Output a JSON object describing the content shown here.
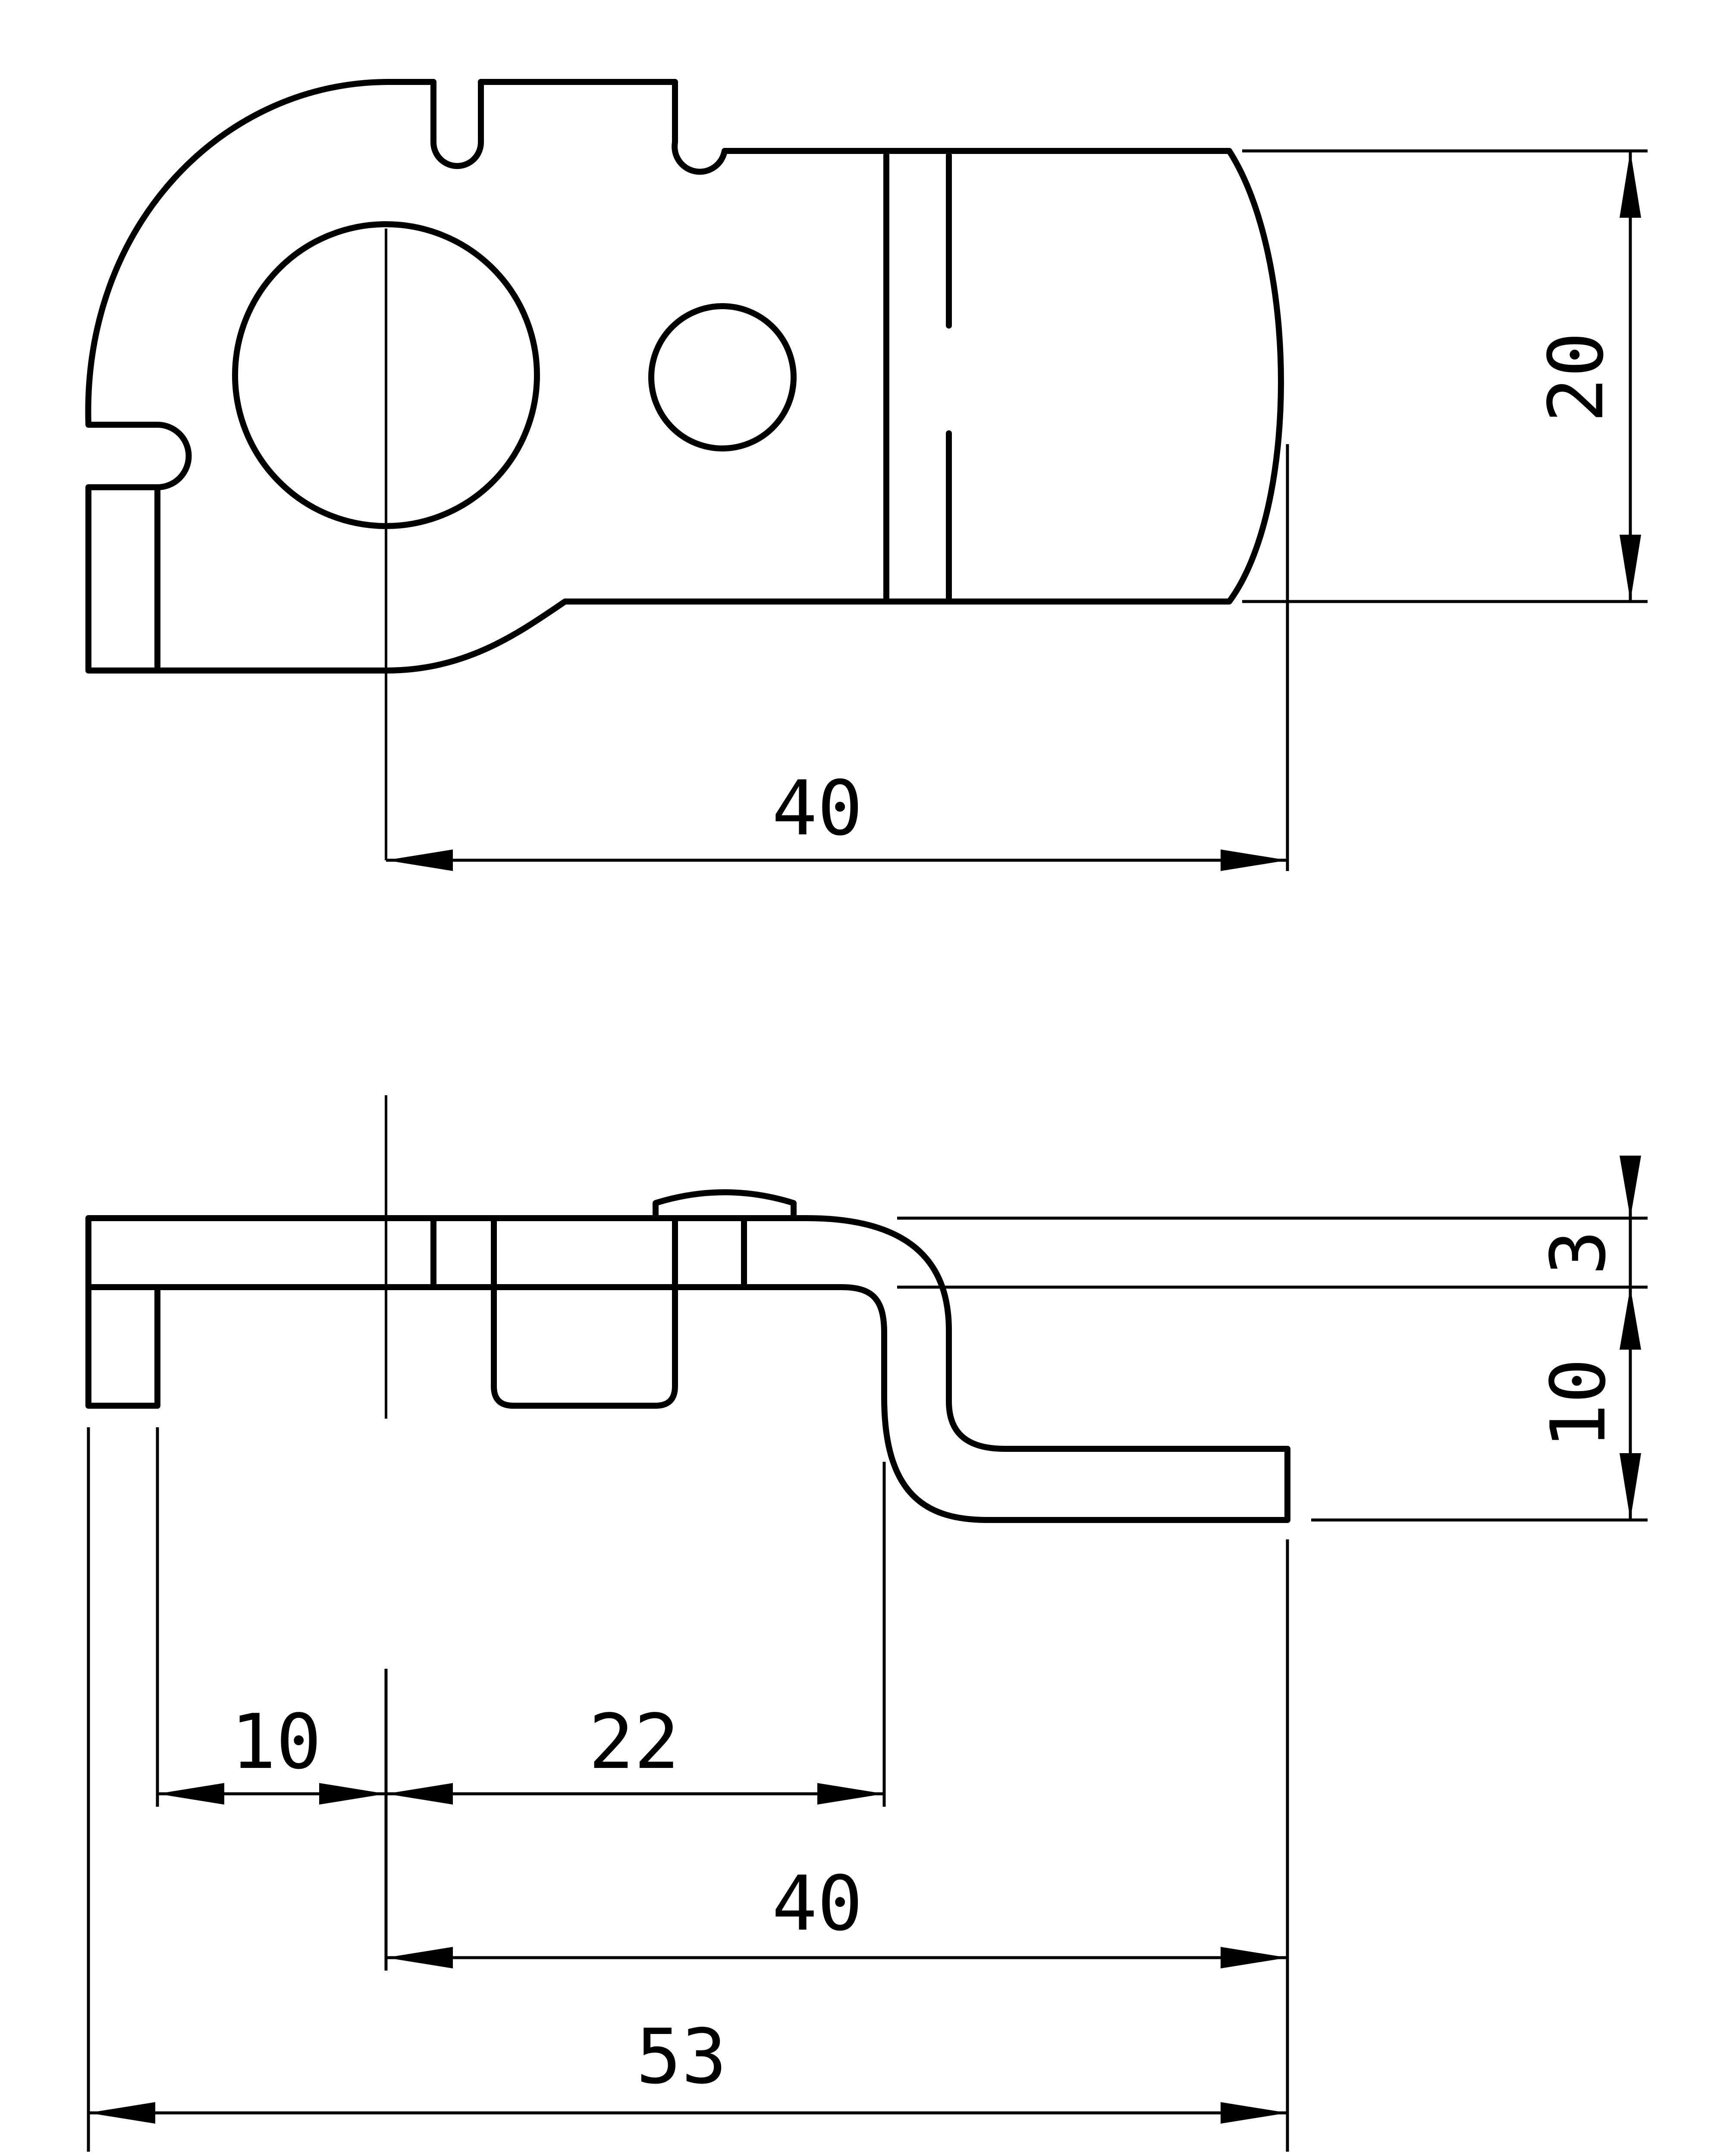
{
  "drawing": {
    "top_view": {
      "dim_width": "40",
      "dim_height": "20"
    },
    "side_view": {
      "dim_flange": "10",
      "dim_offset": "22",
      "dim_width": "40",
      "dim_overall": "53",
      "dim_thickness": "3",
      "dim_drop": "10"
    }
  }
}
